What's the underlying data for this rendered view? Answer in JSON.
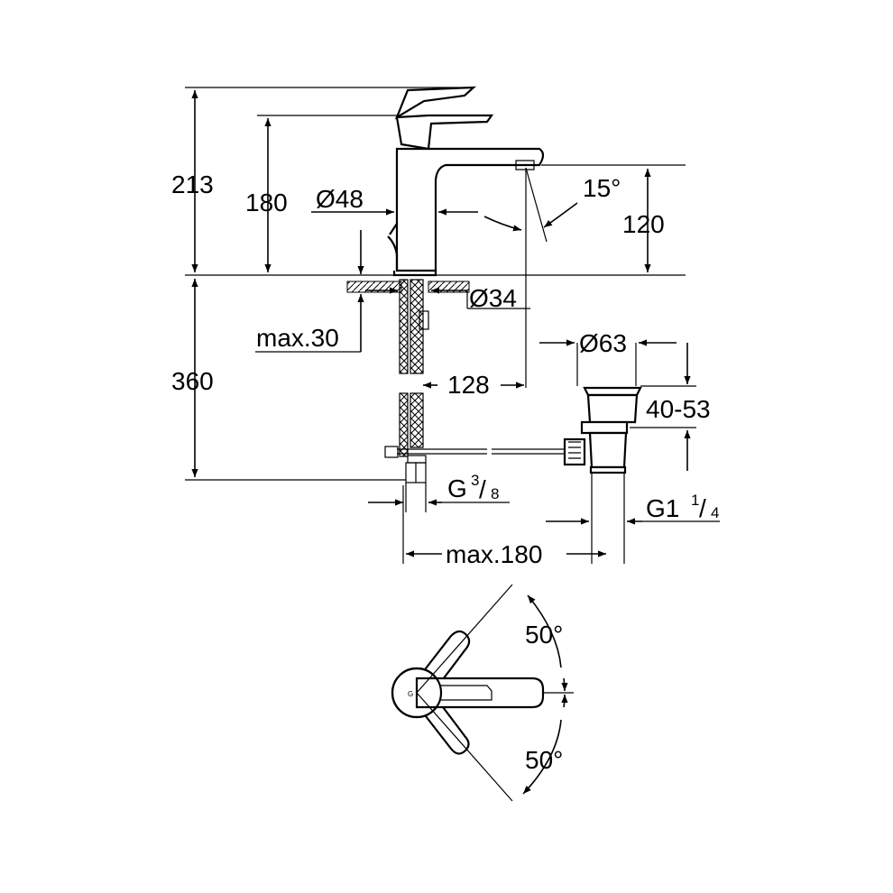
{
  "dimensions": {
    "total_height": "213",
    "spout_height": "180",
    "body_diameter": "Ø48",
    "spout_outlet_height": "120",
    "spray_angle": "15°",
    "hole_diameter": "Ø34",
    "max_deck_thickness": "max.30",
    "below_deck_length": "360",
    "spout_reach": "128",
    "waste_diameter": "Ø63",
    "waste_range": "40-53",
    "connection_main": "G",
    "connection_num": "3",
    "connection_den": "8",
    "waste_thread_main": "G1",
    "waste_thread_num": "1",
    "waste_thread_den": "4",
    "max_rod_distance": "max.180",
    "lever_angle_up": "50°",
    "lever_angle_down": "50°"
  }
}
